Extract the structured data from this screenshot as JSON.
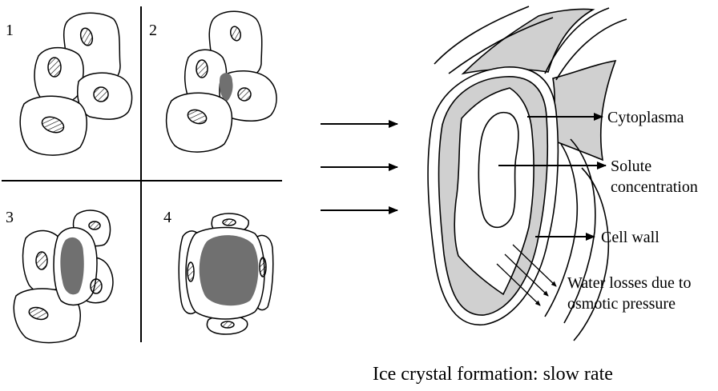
{
  "panels": [
    {
      "number": "1"
    },
    {
      "number": "2"
    },
    {
      "number": "3"
    },
    {
      "number": "4"
    }
  ],
  "labels": {
    "cytoplasma": "Cytoplasma",
    "solute_line1": "Solute",
    "solute_line2": "concentration",
    "cell_wall": "Cell wall",
    "water_line1": "Water losses due to",
    "water_line2": "osmotic pressure"
  },
  "caption": "Ice crystal formation: slow rate",
  "colors": {
    "ice": "#707070",
    "cytoplasm": "#d0d0d0",
    "line": "#000000"
  }
}
